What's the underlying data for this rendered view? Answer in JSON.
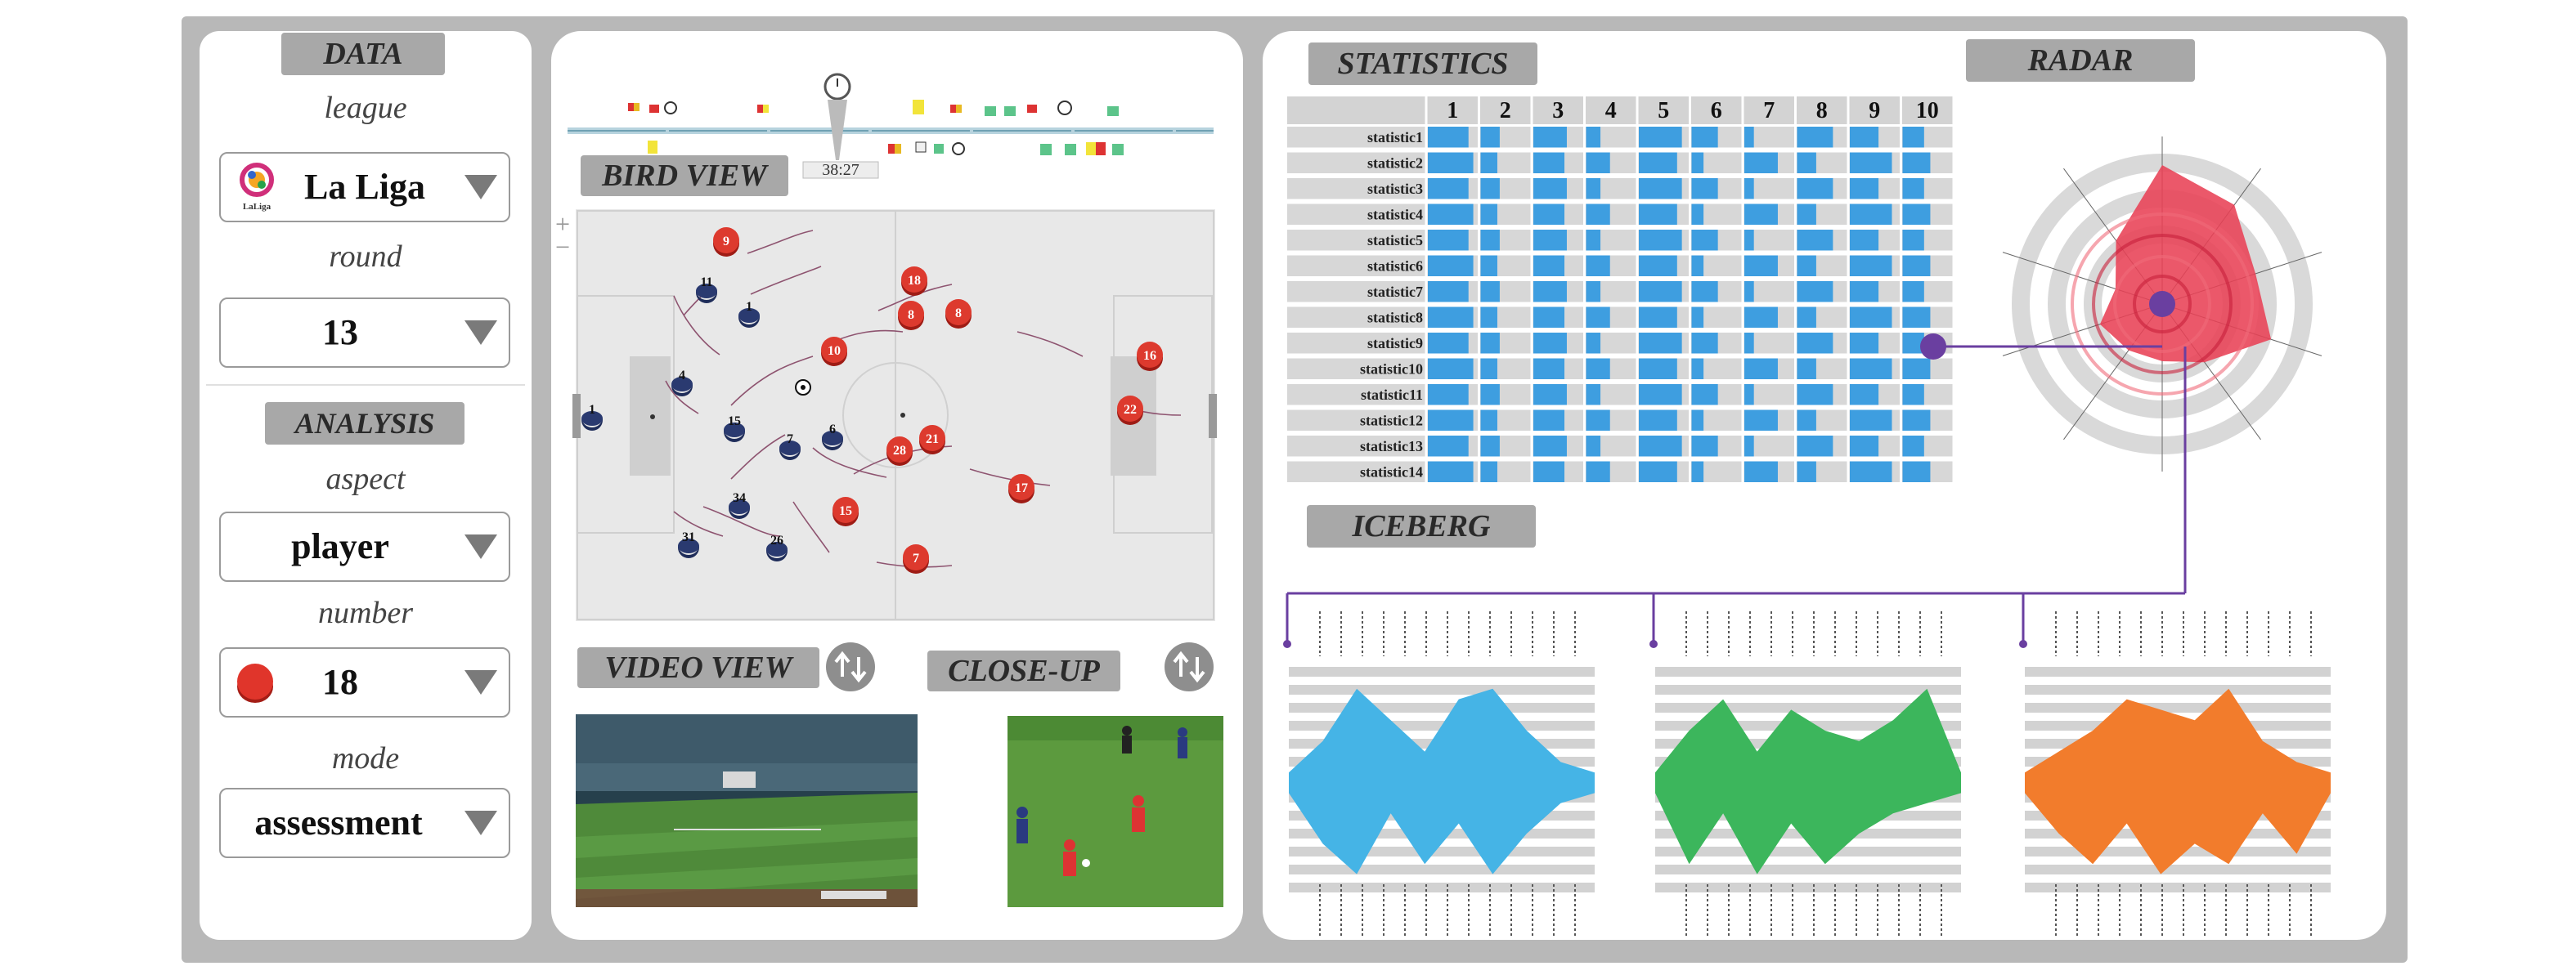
{
  "left": {
    "data_header": "DATA",
    "league_label": "league",
    "league_value": "La Liga",
    "league_logo_text": "LaLiga",
    "round_label": "round",
    "round_value": "13",
    "analysis_header": "ANALYSIS",
    "aspect_label": "aspect",
    "aspect_value": "player",
    "number_label": "number",
    "number_value": "18",
    "mode_label": "mode",
    "mode_value": "assessment"
  },
  "middle": {
    "timeline_time": "38:27",
    "bird_view_header": "BIRD VIEW",
    "zoom_plus": "+",
    "zoom_minus": "−",
    "video_view_header": "VIDEO VIEW",
    "close_up_header": "CLOSE-UP",
    "red_team": [
      "9",
      "18",
      "10",
      "8",
      "8",
      "16",
      "28",
      "21",
      "17",
      "15",
      "7",
      "22"
    ],
    "blue_team": [
      "1",
      "4",
      "11",
      "1",
      "15",
      "7",
      "34",
      "6",
      "26",
      "31"
    ]
  },
  "right": {
    "statistics_header": "STATISTICS",
    "radar_header": "RADAR",
    "iceberg_header": "ICEBERG",
    "columns": [
      "1",
      "2",
      "3",
      "4",
      "5",
      "6",
      "7",
      "8",
      "9",
      "10"
    ],
    "rows": [
      "statistic1",
      "statistic2",
      "statistic3",
      "statistic4",
      "statistic5",
      "statistic6",
      "statistic7",
      "statistic8",
      "statistic9",
      "statistic10",
      "statistic11",
      "statistic12",
      "statistic13",
      "statistic14"
    ]
  },
  "colors": {
    "red_team": "#d8322a",
    "blue_team": "#2a3a70",
    "bar_blue": "#3e9ee0",
    "radar_red": "#e84155",
    "iceberg_blue": "#45b4e6",
    "iceberg_green": "#3cb65c",
    "iceberg_orange": "#f27c2c",
    "link_purple": "#6a3fa0"
  }
}
